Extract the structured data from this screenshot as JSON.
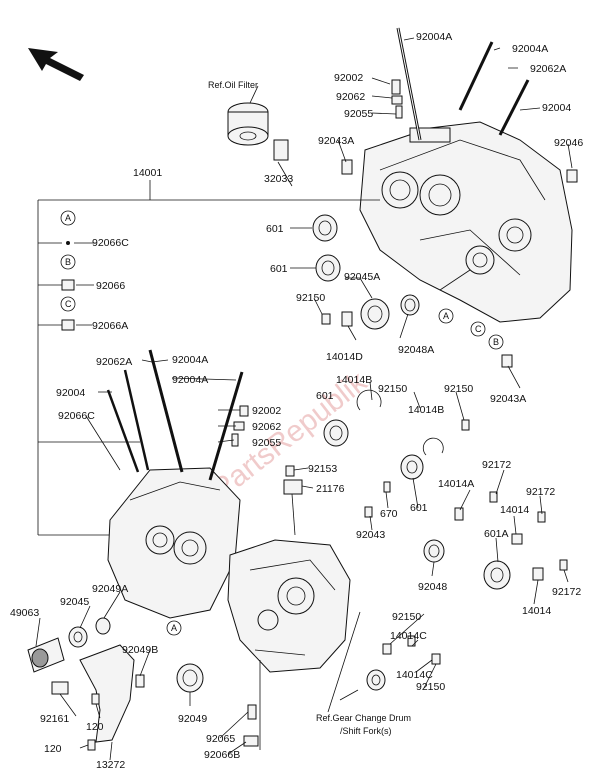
{
  "ref_oil_filter": "Ref.Oil Filter",
  "ref_gear_line1": "Ref.Gear Change Drum",
  "ref_gear_line2": "/Shift Fork(s)",
  "watermark": "PartsRepublik",
  "circle_a": "A",
  "circle_b": "B",
  "circle_c": "C",
  "labels": {
    "p92004A_1": "92004A",
    "p92004A_2": "92004A",
    "p92062A_1": "92062A",
    "p92002_1": "92002",
    "p92062_1": "92062",
    "p92055_1": "92055",
    "p92004_1": "92004",
    "p32033": "32033",
    "p92043A_1": "92043A",
    "p92046": "92046",
    "p14001": "14001",
    "p601_1": "601",
    "p601_2": "601",
    "p92045A": "92045A",
    "p92150_1": "92150",
    "p14014D": "14014D",
    "p92048A": "92048A",
    "p92043A_2": "92043A",
    "p92066C": "92066C",
    "p92066": "92066",
    "p92066A": "92066A",
    "p92062A_2": "92062A",
    "p92004A_3": "92004A",
    "p92004A_4": "92004A",
    "p92004_2": "92004",
    "p92066C_2": "92066C",
    "p92002_2": "92002",
    "p92062_2": "92062",
    "p92055_2": "92055",
    "p14014B_1": "14014B",
    "p92150_2": "92150",
    "p92150_3": "92150",
    "p601_3": "601",
    "p14014B_2": "14014B",
    "p92153": "92153",
    "p21176": "21176",
    "p670": "670",
    "p601_4": "601",
    "p14014A": "14014A",
    "p92172_1": "92172",
    "p92172_2": "92172",
    "p14014_1": "14014",
    "p92043": "92043",
    "p601A": "601A",
    "p92048": "92048",
    "p92172_3": "92172",
    "p14014_2": "14014",
    "p92049A": "92049A",
    "p49063": "49063",
    "p92045": "92045",
    "p92049B": "92049B",
    "p92150_4": "92150",
    "p14014C_1": "14014C",
    "p14014C_2": "14014C",
    "p92150_5": "92150",
    "p92161": "92161",
    "p120_1": "120",
    "p92049": "92049",
    "p92065": "92065",
    "p92066B": "92066B",
    "p120_2": "120",
    "p13272": "13272"
  }
}
